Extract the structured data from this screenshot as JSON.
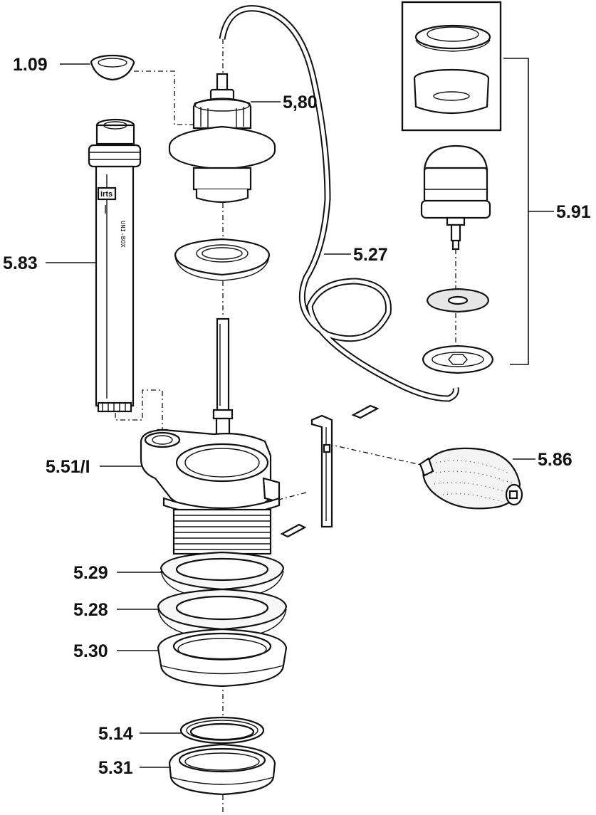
{
  "labels": {
    "p109": "1.09",
    "p580": "5,80",
    "p583": "5.83",
    "p527": "5.27",
    "p591": "5.91",
    "p551": "5.51/I",
    "p586": "5.86",
    "p529": "5.29",
    "p528": "5.28",
    "p530": "5.30",
    "p514": "5.14",
    "p531": "5.31"
  },
  "tube_text": {
    "brand": "irts",
    "vertical": "UNI-BOX"
  }
}
